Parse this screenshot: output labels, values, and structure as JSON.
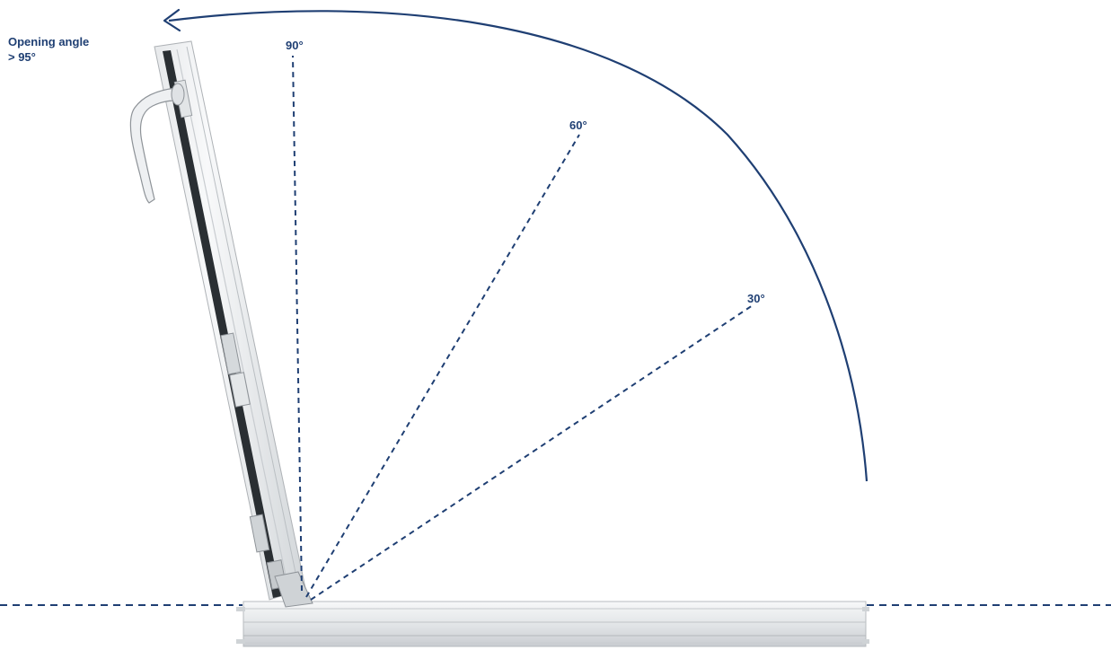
{
  "caption": {
    "line1": "Opening angle",
    "line2": "> 95°"
  },
  "angles": [
    {
      "label": "90°",
      "degrees": 90
    },
    {
      "label": "60°",
      "degrees": 60
    },
    {
      "label": "30°",
      "degrees": 30
    }
  ],
  "colors": {
    "accent": "#1f3f73",
    "frame_light": "#f2f3f4",
    "frame_mid": "#d9dcdf",
    "frame_dark": "#a9adb2",
    "gasket": "#2a2f33"
  }
}
